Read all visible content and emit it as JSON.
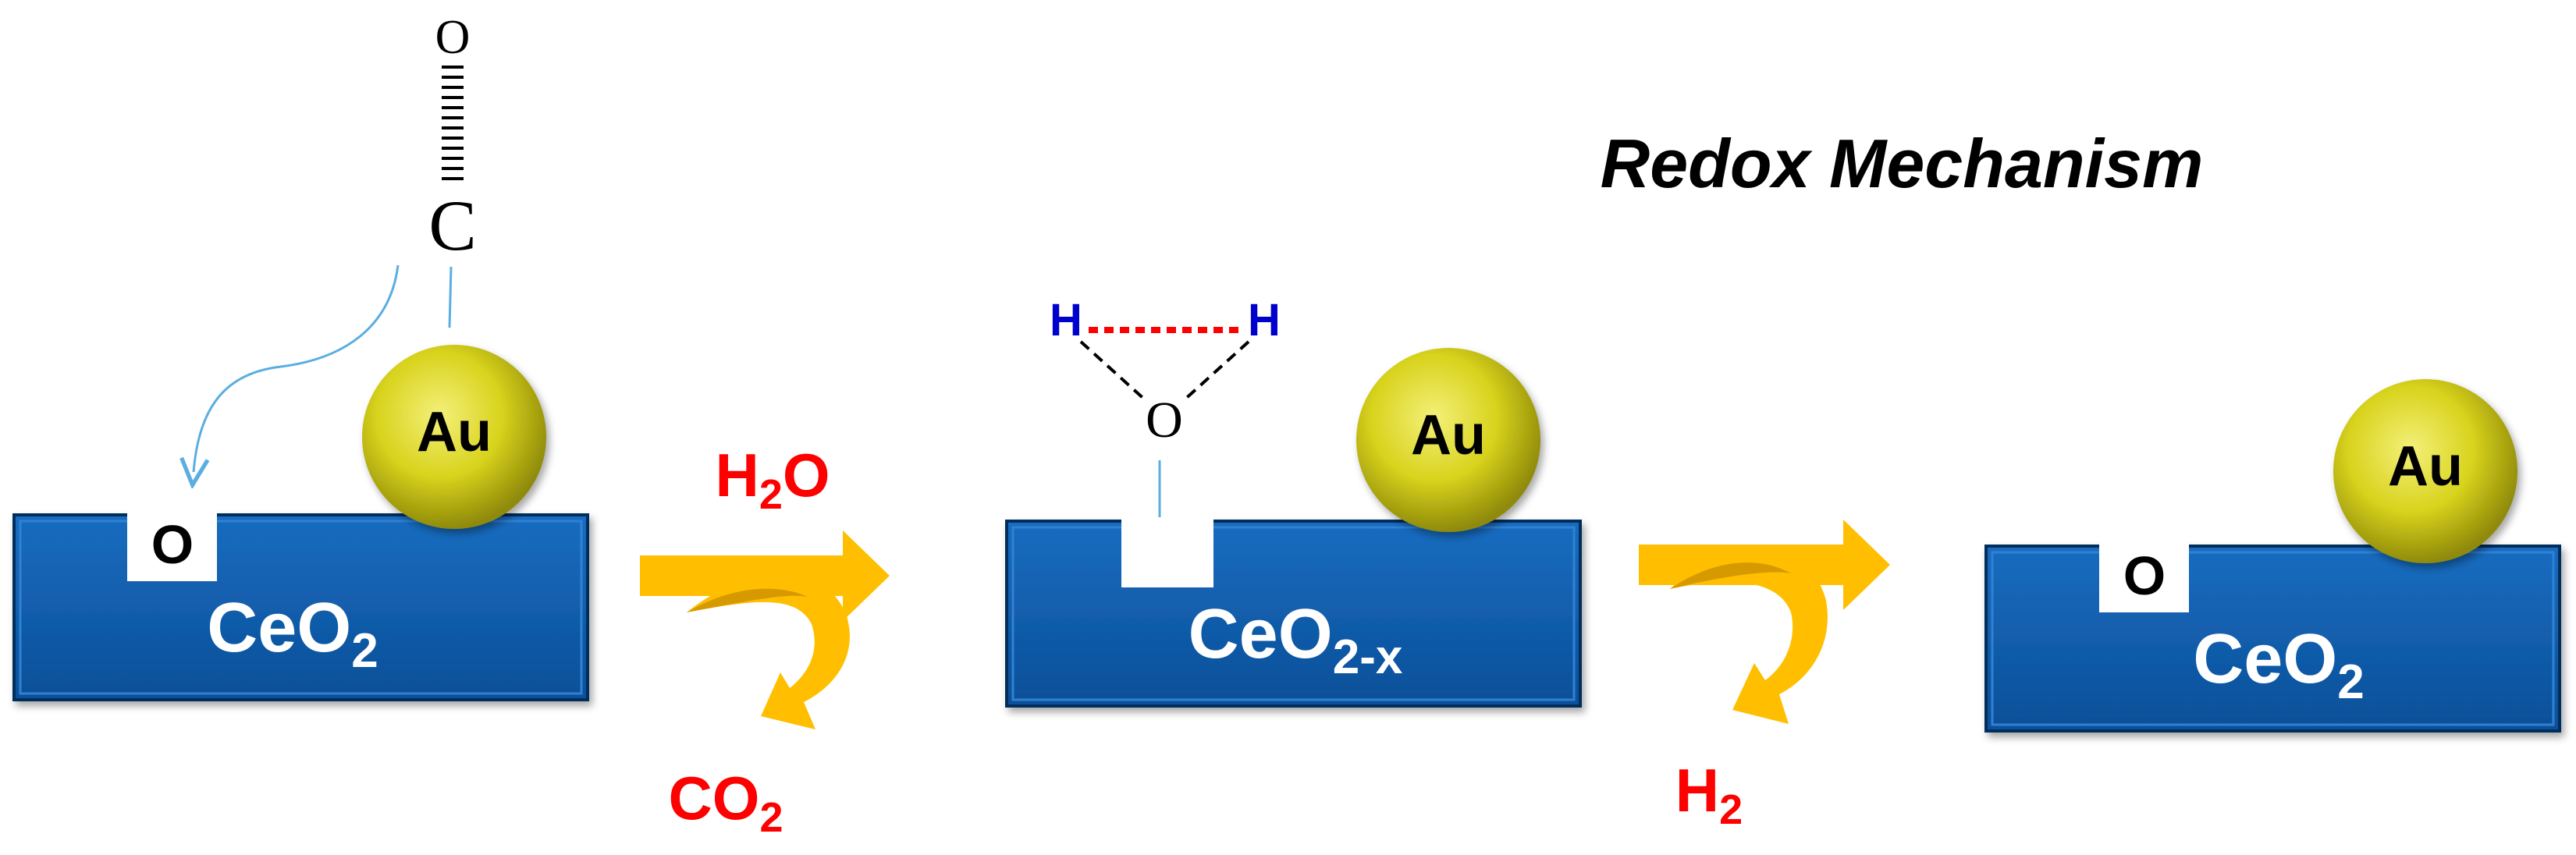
{
  "title": "Redox Mechanism",
  "colors": {
    "support": "#0a58a8",
    "support_edge": "#062f5c",
    "gold": "#d8d31c",
    "arrow": "#ffbf00",
    "arrow_dark": "#d69a00",
    "red_text": "#ff0000",
    "blue_text": "#0000cc",
    "thin_line": "#5aaee0"
  },
  "stage1": {
    "support_label": "CeO",
    "support_sub": "2",
    "vacancy_label": "O",
    "au_label": "Au",
    "co_c": "C",
    "co_o": "O"
  },
  "step1": {
    "reactant": "H",
    "reactant_sub": "2",
    "reactant_tail": "O",
    "product": "CO",
    "product_sub": "2"
  },
  "stage2": {
    "support_label": "CeO",
    "support_sub": "2-x",
    "au_label": "Au",
    "water_h_left": "H",
    "water_h_right": "H",
    "water_o": "O"
  },
  "step2": {
    "product": "H",
    "product_sub": "2"
  },
  "stage3": {
    "support_label": "CeO",
    "support_sub": "2",
    "vacancy_label": "O",
    "au_label": "Au"
  }
}
